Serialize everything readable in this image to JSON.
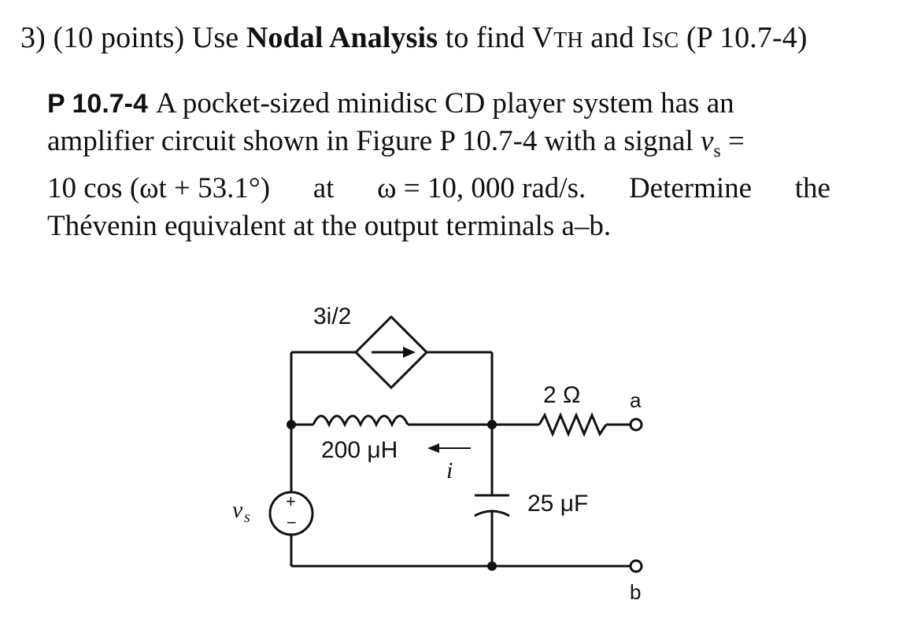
{
  "question": {
    "prefix": "3) (10 points)  Use ",
    "bold": "Nodal Analysis",
    "mid": " to find V",
    "vth_sub": "TH",
    "and": " and I",
    "isc_sub": "SC",
    "suffix": " (P 10.7-4)"
  },
  "problem": {
    "number": "P 10.7-4",
    "line1": "A pocket-sized minidisc CD player system has an",
    "line2a": "amplifier circuit shown in Figure P 10.7-4 with a signal ",
    "line2b": "v",
    "line2c": "s",
    "line2d": " =",
    "line3a": "10 cos (ωt + 53.1°)",
    "line3b": "at",
    "line3c": "ω = 10, 000 rad/s.",
    "line3d": "Determine",
    "line3e": "the",
    "line4": "Thévenin equivalent at the output terminals a–b."
  },
  "circuit": {
    "dependent_source": "3i/2",
    "inductor": "200 μH",
    "current": "i",
    "resistor": "2 Ω",
    "capacitor": "25 μF",
    "source_v": "v",
    "source_sub": "s",
    "plus": "+",
    "minus": "−",
    "terminal_a": "a",
    "terminal_b": "b"
  }
}
